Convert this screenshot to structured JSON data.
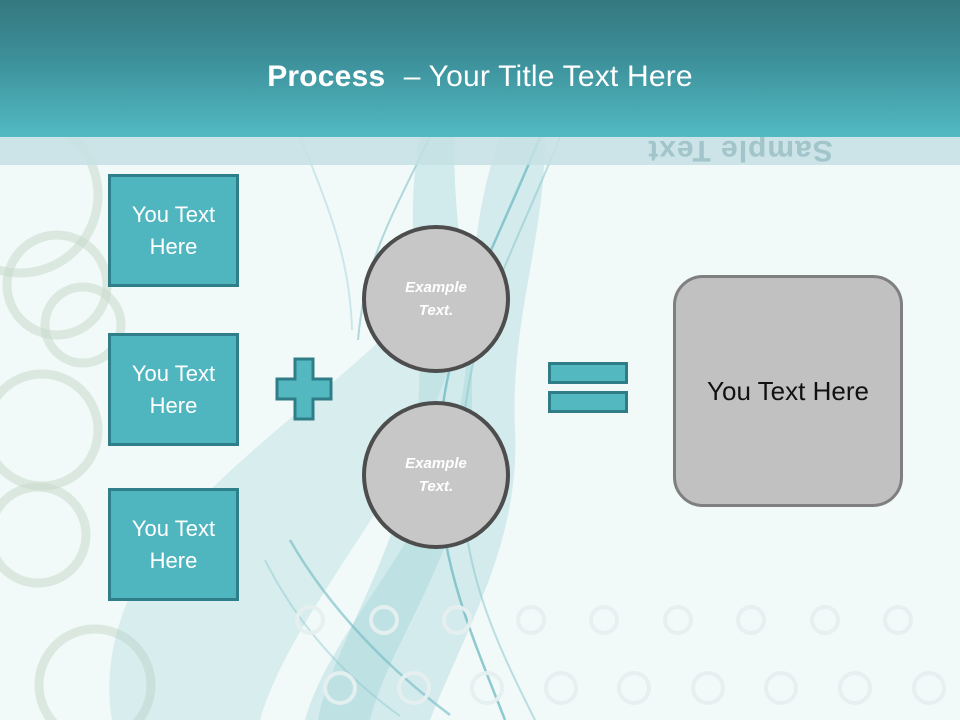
{
  "colors": {
    "header_top": "#35787f",
    "header_mid": "#3d919b",
    "header_bottom": "#52bac3",
    "band_bg": "#c5e1e4",
    "body_bg": "#f1f9f9",
    "teal_fill": "#4fb6bf",
    "teal_border": "#2e7f89",
    "op_fill": "#53b8c0",
    "op_border": "#2f7d87",
    "circle_fill": "#c7c7c7",
    "circle_border": "#4d4d4d",
    "result_fill": "#c1c1c1",
    "result_border": "#7f7f7f",
    "title_text": "#ffffff",
    "shape_text": "#ffffff",
    "result_text": "#111111"
  },
  "header": {
    "title_bold": "Process",
    "title_rest": "– Your Title Text Here"
  },
  "reflection_text": "Sample Text",
  "diagram": {
    "input_boxes": [
      {
        "label": "You Text Here"
      },
      {
        "label": "You Text Here"
      },
      {
        "label": "You Text Here"
      }
    ],
    "plus_icon": "plus-shape",
    "equals_icon": "equals-shape",
    "example_circles": [
      {
        "label": "Example Text."
      },
      {
        "label": "Example Text."
      }
    ],
    "result_box": {
      "label": "You Text Here"
    }
  }
}
